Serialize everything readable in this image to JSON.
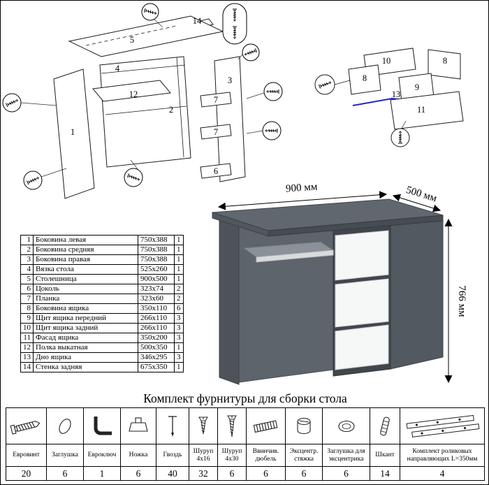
{
  "title": "Комплект фурнитуры для сборки стола",
  "dimensions": {
    "width": "900 мм",
    "depth": "500 мм",
    "height": "766 мм"
  },
  "diagram_labels": {
    "desk": [
      "14",
      "5",
      "4",
      "12",
      "2",
      "1",
      "3",
      "7",
      "7",
      "6"
    ],
    "drawer": [
      "10",
      "8",
      "8",
      "9",
      "13",
      "11"
    ]
  },
  "parts_table": {
    "rows": [
      {
        "num": "1",
        "name": "Боковина левая",
        "size": "750x388",
        "qty": "1"
      },
      {
        "num": "2",
        "name": "Боковина средняя",
        "size": "750x388",
        "qty": "1"
      },
      {
        "num": "3",
        "name": "Боковина правая",
        "size": "750x388",
        "qty": "1"
      },
      {
        "num": "4",
        "name": "Вязка стола",
        "size": "525x260",
        "qty": "1"
      },
      {
        "num": "5",
        "name": "Столешница",
        "size": "900x500",
        "qty": "1"
      },
      {
        "num": "6",
        "name": "Цоколь",
        "size": "323x74",
        "qty": "2"
      },
      {
        "num": "7",
        "name": "Планка",
        "size": "323x60",
        "qty": "2"
      },
      {
        "num": "8",
        "name": "Боковина ящика",
        "size": "350x110",
        "qty": "6"
      },
      {
        "num": "9",
        "name": "Щит ящика передний",
        "size": "266x110",
        "qty": "3"
      },
      {
        "num": "10",
        "name": "Щит ящика задний",
        "size": "266x110",
        "qty": "3"
      },
      {
        "num": "11",
        "name": "Фасад ящика",
        "size": "350x200",
        "qty": "3"
      },
      {
        "num": "12",
        "name": "Полка выкатная",
        "size": "500x350",
        "qty": "1"
      },
      {
        "num": "13",
        "name": "Дно ящика",
        "size": "346x295",
        "qty": "3"
      },
      {
        "num": "14",
        "name": "Стенка задняя",
        "size": "675x350",
        "qty": "1"
      }
    ]
  },
  "hardware": {
    "items": [
      {
        "label": "Евровинт",
        "qty": "20"
      },
      {
        "label": "Заглушка",
        "qty": "6"
      },
      {
        "label": "Евроключ",
        "qty": "1"
      },
      {
        "label": "Ножка",
        "qty": "6"
      },
      {
        "label": "Гвоздь",
        "qty": "40"
      },
      {
        "label": "Шуруп 4x16",
        "qty": "32"
      },
      {
        "label": "Шуруп 4x30",
        "qty": "6"
      },
      {
        "label": "Ввинчив. дюбель",
        "qty": "6"
      },
      {
        "label": "Эксцентр. стяжка",
        "qty": "6"
      },
      {
        "label": "Заглушка для эксцентрика",
        "qty": "6"
      },
      {
        "label": "Шкант",
        "qty": "14"
      },
      {
        "label": "Комплект роликовых направляющих L=350мм",
        "qty": "4"
      }
    ]
  }
}
